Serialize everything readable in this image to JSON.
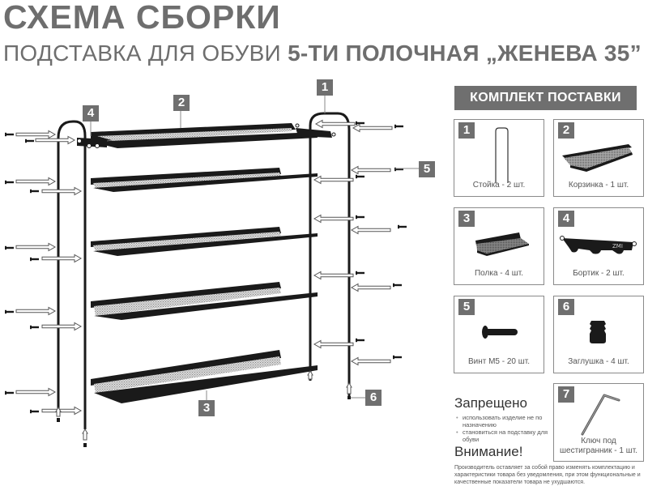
{
  "header": {
    "title": "СХЕМА СБОРКИ",
    "subtitle_regular": "ПОДСТАВКА ДЛЯ ОБУВИ ",
    "subtitle_bold": "5-ТИ ПОЛОЧНАЯ „ЖЕНЕВА 35”"
  },
  "kit": {
    "header": "КОМПЛЕКТ ПОСТАВКИ",
    "items": [
      {
        "num": "1",
        "label": "Стойка - 2 шт.",
        "icon": "frame-upright-icon"
      },
      {
        "num": "2",
        "label": "Корзинка - 1 шт.",
        "icon": "basket-icon"
      },
      {
        "num": "3",
        "label": "Полка - 4 шт.",
        "icon": "shelf-icon"
      },
      {
        "num": "4",
        "label": "Бортик - 2 шт.",
        "icon": "side-rail-icon"
      },
      {
        "num": "5",
        "label": "Винт М5 - 20 шт.",
        "icon": "screw-icon"
      },
      {
        "num": "6",
        "label": "Заглушка - 4 шт.",
        "icon": "end-cap-icon"
      },
      {
        "num": "7",
        "label_line1": "Ключ под",
        "label_line2": "шестигранник  - 1 шт.",
        "icon": "hex-key-icon"
      }
    ],
    "side_rail_marking": "ZMI"
  },
  "diagram": {
    "callouts": [
      "1",
      "2",
      "3",
      "4",
      "5",
      "6"
    ]
  },
  "warnings": {
    "forbidden_title": "Запрещено",
    "forbidden_items": [
      "использовать изделие не по назначению",
      "становиться на подставку для обуви"
    ],
    "attention_title": "Внимание!",
    "attention_text": "Производитель оставляет за собой право изменять комплектацию и характеристики товара без уведомления, при этом функциональные и качественные показатели товара не ухудшаются."
  },
  "colors": {
    "badge_gray": "#6f6f6f",
    "title_gray": "#6e6e6e",
    "line_black": "#1a1a1a",
    "mesh_gray": "#c8c8c8"
  }
}
